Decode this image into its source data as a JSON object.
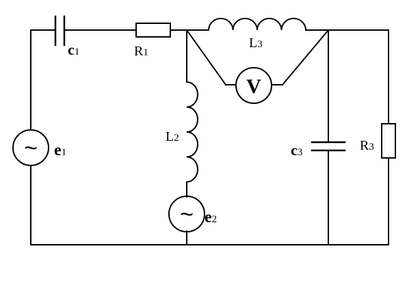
{
  "labels": {
    "c1": "c",
    "c1_sub": "1",
    "r1": "R",
    "r1_sub": "1",
    "l3": "L",
    "l3_sub": "3",
    "voltmeter": "V",
    "e1": "e",
    "e1_sub": "1",
    "l2": "L",
    "l2_sub": "2",
    "e2": "e",
    "e2_sub": "2",
    "c3": "c",
    "c3_sub": "3",
    "r3": "R",
    "r3_sub": "3"
  },
  "source_glyph": "~"
}
